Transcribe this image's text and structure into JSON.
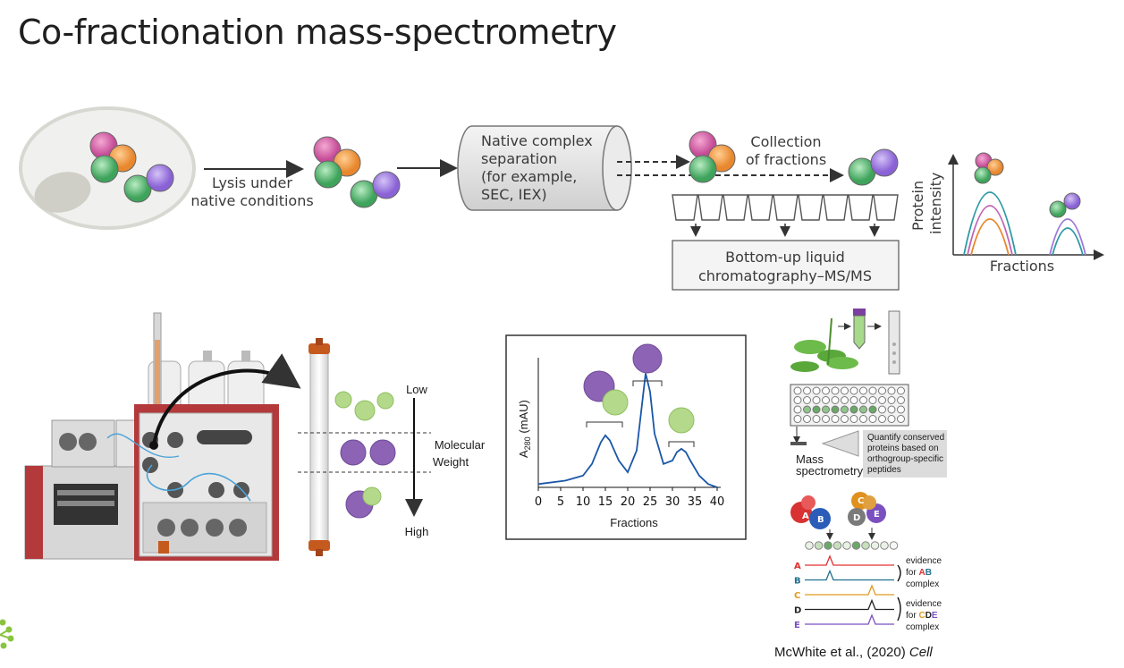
{
  "slide": {
    "title": "Co-fractionation mass-spectrometry",
    "citation_authors": "McWhite et al., (2020)",
    "citation_journal": "Cell"
  },
  "workflow": {
    "lysis_line1": "Lysis under",
    "lysis_line2": "native conditions",
    "separation_line1": "Native complex",
    "separation_line2": "separation",
    "separation_line3": "(for example,",
    "separation_line4": "SEC, IEX)",
    "collection_line1": "Collection",
    "collection_line2": "of fractions",
    "ms_line1": "Bottom-up liquid",
    "ms_line2": "chromatography–MS/MS",
    "profile_ylabel_line1": "Protein",
    "profile_ylabel_line2": "intensity",
    "profile_xlabel": "Fractions"
  },
  "column": {
    "low": "Low",
    "high": "High",
    "mw_line1": "Molecular",
    "mw_line2": "Weight"
  },
  "chart_data": {
    "type": "line",
    "title": "",
    "xlabel": "Fractions",
    "ylabel": "A280 (mAU)",
    "ylabel_main": "A",
    "ylabel_sub": "280",
    "ylabel_unit": " (mAU)",
    "xlim": [
      0,
      40
    ],
    "xticks": [
      0,
      5,
      10,
      15,
      20,
      25,
      30,
      35,
      40
    ],
    "x": [
      0,
      6,
      10,
      12,
      14,
      15,
      16,
      18,
      20,
      22,
      23,
      24,
      25,
      26,
      28,
      30,
      31,
      32,
      33,
      34,
      36,
      38,
      40
    ],
    "y": [
      0.02,
      0.04,
      0.07,
      0.14,
      0.27,
      0.31,
      0.28,
      0.16,
      0.09,
      0.22,
      0.45,
      0.68,
      0.57,
      0.32,
      0.14,
      0.16,
      0.21,
      0.23,
      0.21,
      0.16,
      0.07,
      0.02,
      0.0
    ],
    "line_color": "#1a56a8",
    "grid": false
  },
  "plant_panel": {
    "quantify_line1": "Quantify conserved",
    "quantify_line2": "proteins based on",
    "quantify_line3": "orthogroup-specific",
    "quantify_line4": "peptides",
    "mass_line1": "Mass",
    "mass_line2": "spectrometry",
    "proteins": [
      "A",
      "B",
      "C",
      "D",
      "E"
    ],
    "protein_colors": [
      "#e03030",
      "#1f6f8f",
      "#e09a20",
      "#222222",
      "#7b4fbf"
    ],
    "evidence1_line1": "evidence",
    "evidence1_for": "for",
    "evidence1_complex": "AB",
    "evidence1_line3": "complex",
    "evidence2_line1": "evidence",
    "evidence2_for": "for",
    "evidence2_complex": "CDE",
    "evidence2_line3": "complex"
  }
}
